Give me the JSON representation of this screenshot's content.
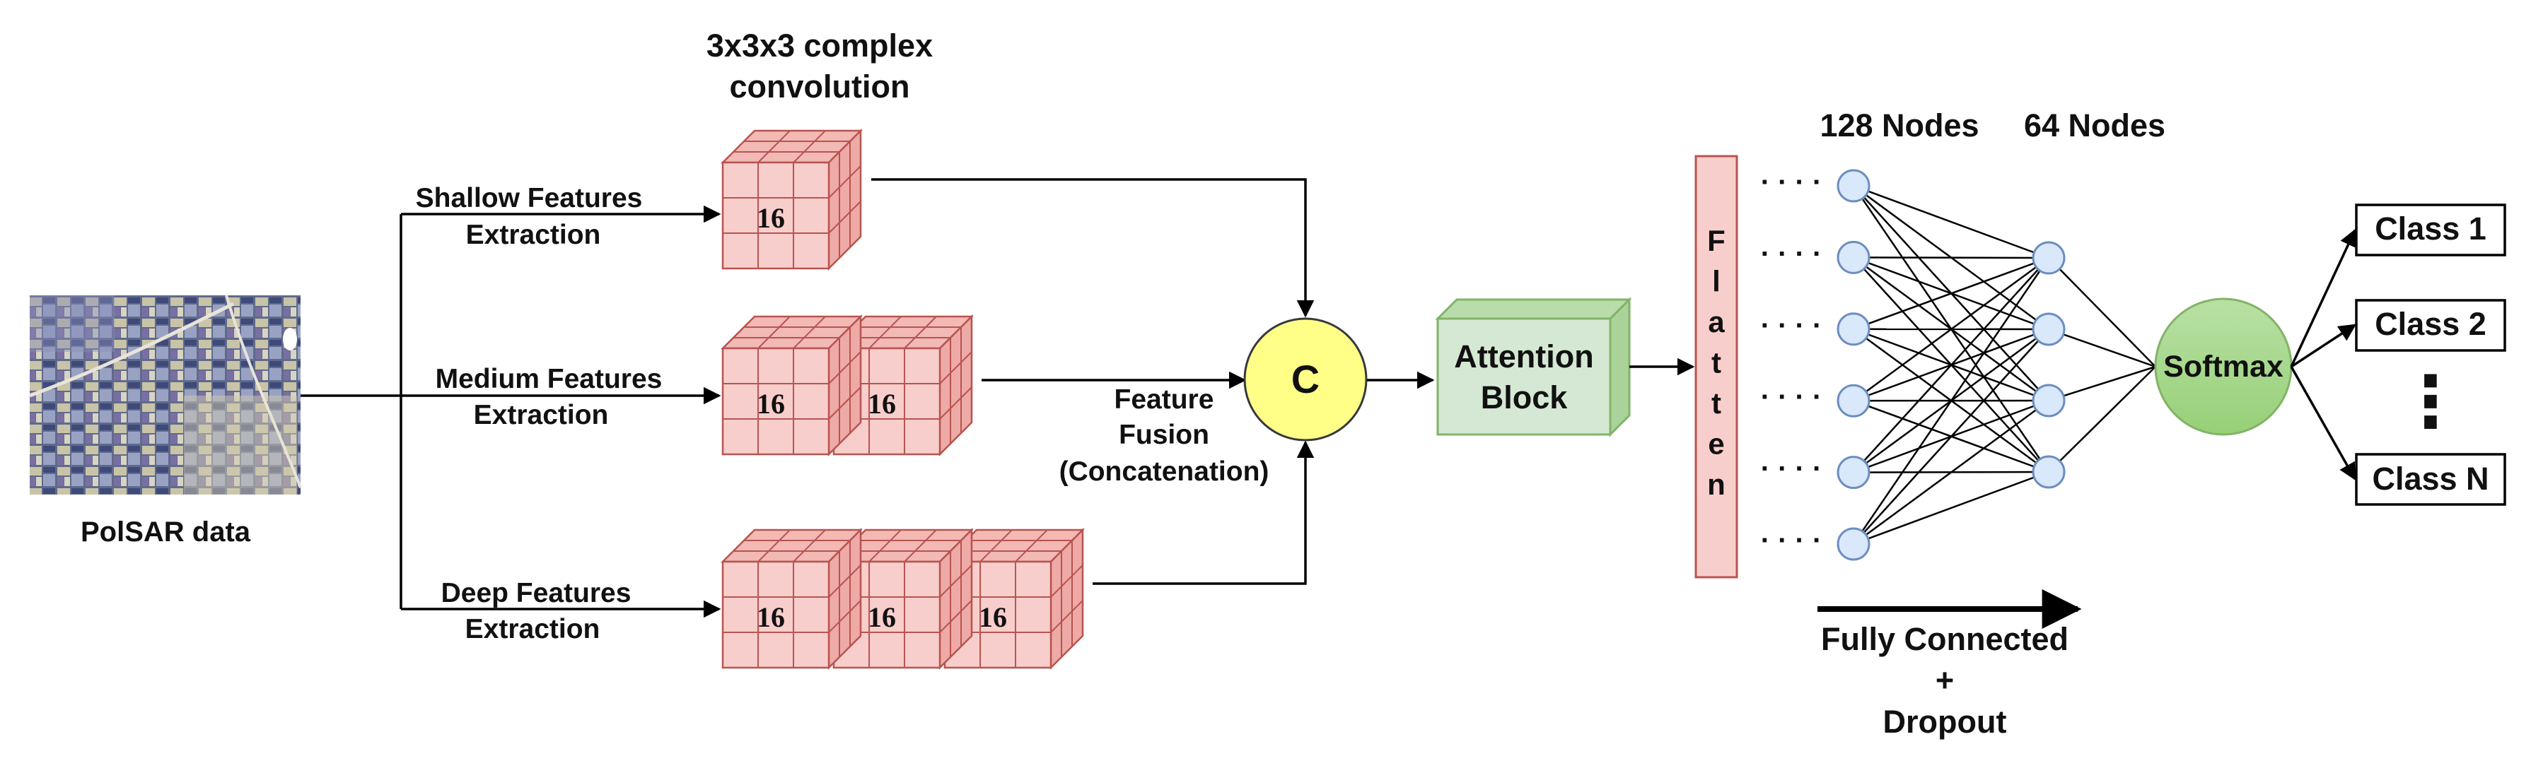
{
  "input": {
    "label": "PolSAR data"
  },
  "conv": {
    "title_line1": "3x3x3 complex",
    "title_line2": "convolution",
    "cube_label": "16"
  },
  "branches": [
    {
      "line1": "Shallow Features",
      "line2": "Extraction",
      "cubes": 1
    },
    {
      "line1": "Medium Features",
      "line2": "Extraction",
      "cubes": 2
    },
    {
      "line1": "Deep Features",
      "line2": "Extraction",
      "cubes": 3
    }
  ],
  "concat": {
    "symbol": "C",
    "caption_line1": "Feature",
    "caption_line2": "Fusion",
    "caption_line3": "(Concatenation)"
  },
  "attention": {
    "line1": "Attention",
    "line2": "Block"
  },
  "flatten": {
    "letters": [
      "F",
      "l",
      "a",
      "t",
      "t",
      "e",
      "n"
    ]
  },
  "nodes": {
    "layer1_label": "128 Nodes",
    "layer2_label": "64 Nodes",
    "layer1_count": 6,
    "layer2_count": 4,
    "dots": "· · · ·"
  },
  "fc": {
    "line1": "Fully Connected",
    "line2": "+",
    "line3": "Dropout"
  },
  "softmax": {
    "label": "Softmax"
  },
  "classes": [
    "Class 1",
    "Class 2",
    "Class N"
  ],
  "ellipsis": "⋮",
  "colors": {
    "cube_fill": "#f8cecc",
    "cube_stroke": "#b85450",
    "concat_fill": "#ffff88",
    "attention_fill": "#d5e8d4",
    "attention_stroke": "#82b366",
    "flatten_fill": "#f8cecc",
    "node_fill": "#dae8fc",
    "node_stroke": "#6c8ebf",
    "softmax_fill": "#97d077",
    "softmax_stroke": "#82b366"
  }
}
